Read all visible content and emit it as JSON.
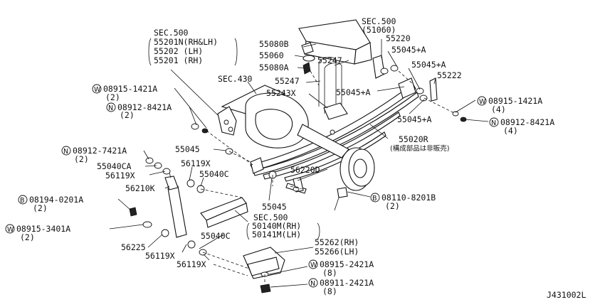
{
  "diagram_id": "J431002L",
  "sections": {
    "sec500_top": [
      "SEC.500",
      "(51060)"
    ],
    "sec500_left": [
      "SEC.500",
      "55201N(RH&LH)",
      "55202 (LH)",
      "55201 (RH)"
    ],
    "sec430": "SEC.430",
    "sec500_bottom": [
      "SEC.500",
      "50140M(RH)",
      "50141M(LH)"
    ]
  },
  "parts": {
    "p55220": "55220",
    "p55080B": "55080B",
    "p55060": "55060",
    "p55080A": "55080A",
    "p55247a": "55247",
    "p55247b": "55247",
    "p55243X": "55243X",
    "p55045A_1": "55045+A",
    "p55045A_2": "55045+A",
    "p55045A_3": "55045+A",
    "p55045A_4": "55045+A",
    "p55222": "55222",
    "w08915_1421A_right": "08915-1421A",
    "w08915_1421A_right_qty": "(4)",
    "n08912_8421A_right": "08912-8421A",
    "n08912_8421A_right_qty": "(4)",
    "p55020R": "55020R",
    "p55020R_note": "(構成部品は非販売)",
    "w08915_1421A_left": "08915-1421A",
    "w08915_1421A_left_qty": "(2)",
    "n08912_8421A_left": "08912-8421A",
    "n08912_8421A_left_qty": "(2)",
    "n08912_7421A": "08912-7421A",
    "n08912_7421A_qty": "(2)",
    "p55045_mid": "55045",
    "p55040CA": "55040CA",
    "p56119X_1": "56119X",
    "p56119X_2": "56119X",
    "p55040C_1": "55040C",
    "p56210K": "56210K",
    "p56220D": "56220D",
    "b08194_0201A": "08194-0201A",
    "b08194_0201A_qty": "(2)",
    "p55045_low": "55045",
    "b08110_8201B": "08110-8201B",
    "b08110_8201B_qty": "(2)",
    "w08915_3401A": "08915-3401A",
    "w08915_3401A_qty": "(2)",
    "p56225": "56225",
    "p56119X_3": "56119X",
    "p56119X_4": "56119X",
    "p55040C_2": "55040C",
    "p55262": "55262(RH)",
    "p55266": "55266(LH)",
    "w08915_2421A": "08915-2421A",
    "w08915_2421A_qty": "(8)",
    "n08911_2421A": "08911-2421A",
    "n08911_2421A_qty": "(8)"
  },
  "markers": {
    "W": "W",
    "N": "N",
    "B": "B"
  }
}
